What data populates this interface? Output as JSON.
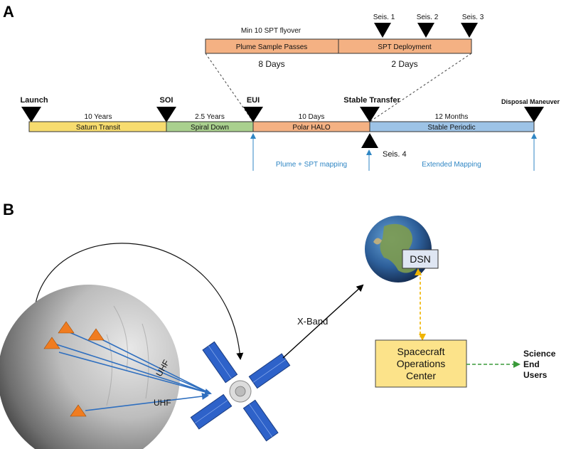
{
  "panel_a": {
    "label": "A",
    "flyover_title": "Min 10 SPT flyover",
    "plume_passes": "Plume Sample Passes",
    "spt_deployment": "SPT Deployment",
    "days_8": "8 Days",
    "days_2": "2 Days",
    "seis": [
      "Seis. 1",
      "Seis. 2",
      "Seis. 3",
      "Seis. 4"
    ],
    "milestones": [
      "Launch",
      "SOI",
      "EUI",
      "Stable Transfer",
      "Disposal Maneuver"
    ],
    "durations": [
      "10 Years",
      "2.5 Years",
      "10 Days",
      "12 Months"
    ],
    "phases": [
      "Saturn Transit",
      "Spiral Down",
      "Polar HALO",
      "Stable Periodic"
    ],
    "mapping": [
      "Plume + SPT mapping",
      "Extended Mapping"
    ]
  },
  "panel_b": {
    "label": "B",
    "uhf_1": "UHF",
    "uhf_2": "UHF",
    "xband": "X-Band",
    "dsn": "DSN",
    "ops_center": [
      "Spacecraft",
      "Operations",
      "Center"
    ],
    "science_users": [
      "Science",
      "End",
      "Users"
    ]
  },
  "colors": {
    "saturn_transit": "#f7dc6f",
    "spiral_down": "#a9d08e",
    "polar_halo": "#f4b183",
    "stable_periodic": "#9dc3e6",
    "ops_center_fill": "#fce38a",
    "uhf_links": "#2f6fbf",
    "dsn_link": "#f0b400",
    "science_link": "#3a9a3a",
    "triangle": "#f07c20"
  }
}
